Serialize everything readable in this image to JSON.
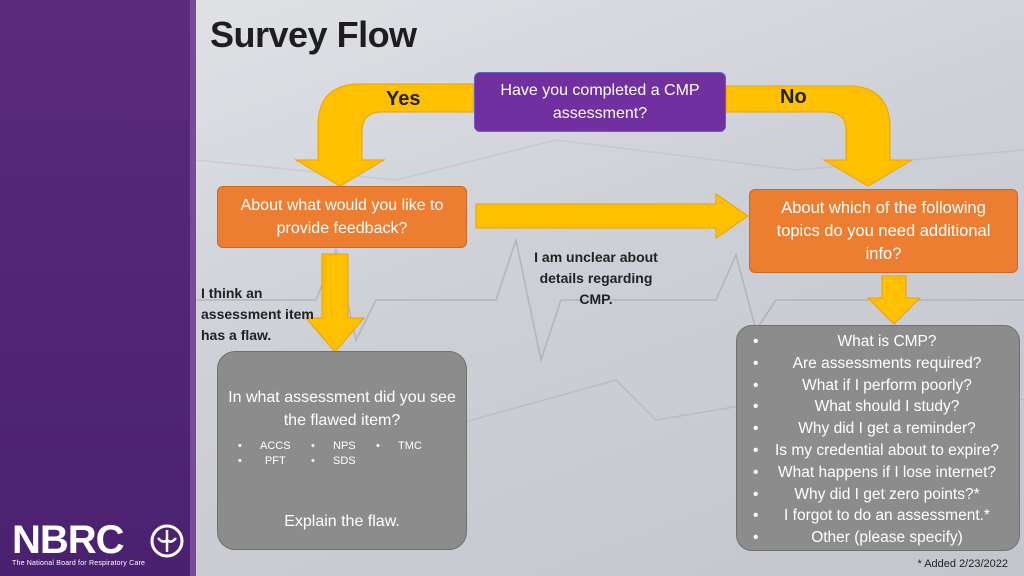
{
  "title": "Survey Flow",
  "start_question": "Have you completed a CMP assessment?",
  "branch_yes": "Yes",
  "branch_no": "No",
  "feedback_question": "About what would you like to provide feedback?",
  "info_question": "About which of the following topics do you need additional info?",
  "unclear_label": "I am unclear about details regarding CMP.",
  "flaw_label": "I think an assessment item has a flaw.",
  "flaw_box": {
    "question": "In what assessment did you see the flawed item?",
    "col1": [
      "ACCS",
      "PFT"
    ],
    "col2": [
      "NPS",
      "SDS"
    ],
    "col3": [
      "TMC"
    ],
    "explain": "Explain the flaw."
  },
  "topics": [
    "What is CMP?",
    "Are assessments required?",
    "What if I perform poorly?",
    "What should I study?",
    "Why did I get a reminder?",
    "Is my credential about to expire?",
    "What happens if I lose internet?",
    "Why did I get zero points?*",
    "I forgot to do an assessment.*",
    "Other (please specify)"
  ],
  "footnote": "* Added 2/23/2022",
  "logo": {
    "text": "NBRC",
    "tagline": "The National Board for Respiratory Care"
  },
  "colors": {
    "purple": "#7030a0",
    "orange": "#ed7d31",
    "arrow": "#ffc000",
    "grey": "#8c8c8c"
  },
  "icons": [
    "arrow-right-icon",
    "arrow-down-icon",
    "logo-mark-icon"
  ]
}
